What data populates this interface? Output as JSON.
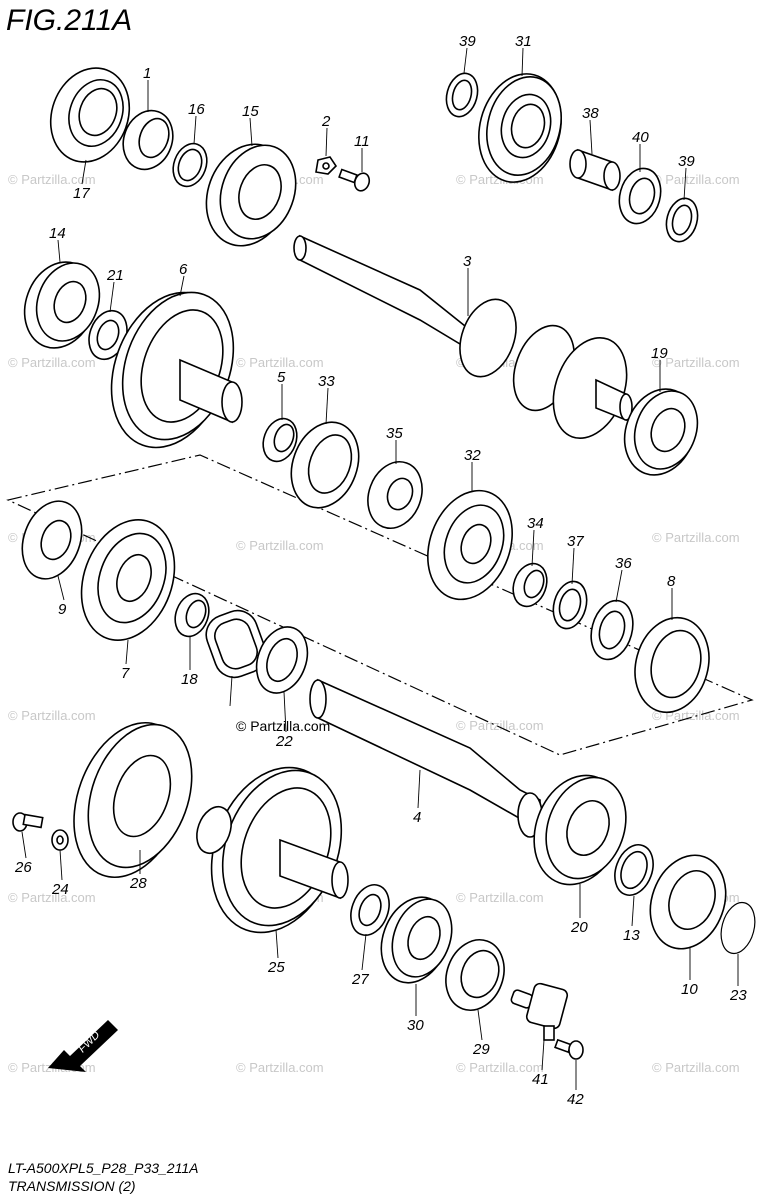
{
  "figure_title": "FIG.211A",
  "footer": {
    "model_code": "LT-A500XPL5_P28_P33_211A",
    "assembly_name": "TRANSMISSION (2)"
  },
  "watermark_text": "© Partzilla.com",
  "fwd_label": "FWD",
  "callouts": [
    {
      "id": "p1",
      "label": "1"
    },
    {
      "id": "p2",
      "label": "2"
    },
    {
      "id": "p3",
      "label": "3"
    },
    {
      "id": "p4",
      "label": "4"
    },
    {
      "id": "p5",
      "label": "5"
    },
    {
      "id": "p6",
      "label": "6"
    },
    {
      "id": "p7",
      "label": "7"
    },
    {
      "id": "p8",
      "label": "8"
    },
    {
      "id": "p9",
      "label": "9"
    },
    {
      "id": "p10",
      "label": "10"
    },
    {
      "id": "p11",
      "label": "11"
    },
    {
      "id": "p13",
      "label": "13"
    },
    {
      "id": "p14",
      "label": "14"
    },
    {
      "id": "p15",
      "label": "15"
    },
    {
      "id": "p16",
      "label": "16"
    },
    {
      "id": "p17",
      "label": "17"
    },
    {
      "id": "p18",
      "label": "18"
    },
    {
      "id": "p19",
      "label": "19"
    },
    {
      "id": "p20",
      "label": "20"
    },
    {
      "id": "p21",
      "label": "21"
    },
    {
      "id": "p22",
      "label": "22"
    },
    {
      "id": "p23",
      "label": "23"
    },
    {
      "id": "p24",
      "label": "24"
    },
    {
      "id": "p25",
      "label": "25"
    },
    {
      "id": "p26",
      "label": "26"
    },
    {
      "id": "p27",
      "label": "27"
    },
    {
      "id": "p28",
      "label": "28"
    },
    {
      "id": "p29",
      "label": "29"
    },
    {
      "id": "p30",
      "label": "30"
    },
    {
      "id": "p31",
      "label": "31"
    },
    {
      "id": "p32",
      "label": "32"
    },
    {
      "id": "p33",
      "label": "33"
    },
    {
      "id": "p34",
      "label": "34"
    },
    {
      "id": "p35",
      "label": "35"
    },
    {
      "id": "p36",
      "label": "36"
    },
    {
      "id": "p37",
      "label": "37"
    },
    {
      "id": "p38",
      "label": "38"
    },
    {
      "id": "p39a",
      "label": "39"
    },
    {
      "id": "p39b",
      "label": "39"
    },
    {
      "id": "p40",
      "label": "40"
    },
    {
      "id": "p41",
      "label": "41"
    },
    {
      "id": "p42",
      "label": "42"
    }
  ]
}
